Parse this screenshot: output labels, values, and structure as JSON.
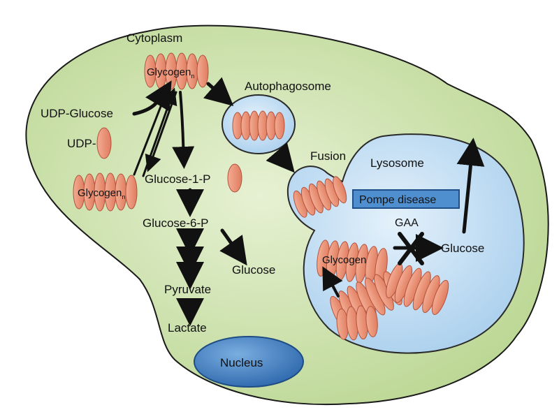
{
  "labels": {
    "cytoplasm": "Cytoplasm",
    "autophagosome": "Autophagosome",
    "fusion": "Fusion",
    "lysosome": "Lysosome",
    "udp_glucose": "UDP-Glucose",
    "udp": "UDP-",
    "glycogen_top": "Glycogen",
    "glycogen_top_sub": "n",
    "glycogen_left": "Glycogen",
    "glycogen_left_sub": "n",
    "glucose_1_p": "Glucose-1-P",
    "glucose_6_p": "Glucose-6-P",
    "glucose_cyto": "Glucose",
    "pyruvate": "Pyruvate",
    "lactate": "Lactate",
    "nucleus": "Nucleus",
    "pompe_disease": "Pompe disease",
    "gaa": "GAA",
    "glucose_lyso": "Glucose",
    "glycogen_lyso": "Glycogen"
  },
  "colors": {
    "cell_fill": "#c8e0a4",
    "cell_stroke": "#1a1a1a",
    "organelle_fill": "#bcdaf3",
    "organelle_stroke": "#2a2a2a",
    "glycogen_fill": "#e98b6f",
    "glycogen_stroke": "#b3533d",
    "nucleus_fill": "#3d7bc0",
    "badge_fill": "#4f8fd0",
    "badge_stroke": "#1f4f88",
    "arrow": "#111111"
  }
}
